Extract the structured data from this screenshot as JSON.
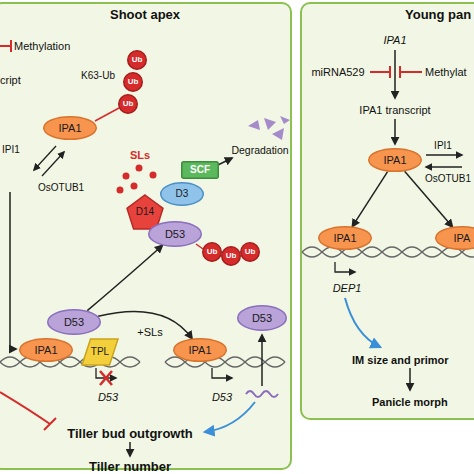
{
  "diagram": {
    "nodes": [
      {
        "text": [
          "Shoot apex"
        ]
      },
      {
        "text": [
          "IPA1"
        ],
        "in": 0
      },
      {
        "text": [
          "Ub"
        ],
        "in": 0
      },
      {
        "text": [
          "Ub"
        ],
        "in": 0
      },
      {
        "text": [
          "Ub"
        ],
        "in": 0
      },
      {
        "text": [
          "SCF"
        ],
        "in": 0
      },
      {
        "text": [
          "D14"
        ],
        "in": 0
      },
      {
        "text": [
          "D3"
        ],
        "in": 0
      },
      {
        "text": [
          "D53"
        ],
        "in": 0
      },
      {
        "text": [
          "Ub"
        ],
        "in": 0
      },
      {
        "text": [
          "Ub"
        ],
        "in": 0
      },
      {
        "text": [
          "Ub"
        ],
        "in": 0
      },
      {
        "text": [
          "D53"
        ],
        "in": 0
      },
      {
        "text": [
          "IPA1"
        ],
        "in": 0
      },
      {
        "text": [
          "TPL"
        ],
        "in": 0
      },
      {
        "text": [
          "IPA1"
        ],
        "in": 0
      },
      {
        "text": [
          "D53"
        ],
        "in": 0
      },
      {
        "text": [
          "Young pan"
        ]
      },
      {
        "text": [
          "IPA1"
        ],
        "in": 17
      },
      {
        "text": [
          "IPA1"
        ],
        "in": 17
      },
      {
        "text": [
          "IPA"
        ],
        "in": 17
      }
    ],
    "edges": [
      {
        "from": 12,
        "to": 8,
        "arrow": "to"
      },
      {
        "from": 12,
        "to": 15,
        "label": "+SLs",
        "arrow": "to"
      },
      {
        "from": 18,
        "to": 19,
        "arrow": "to"
      },
      {
        "from": 18,
        "to": 20,
        "arrow": "to"
      }
    ],
    "labels": [
      "Methylation",
      "K63-Ub",
      "cript",
      "IPI1",
      "OsOTUB1",
      "SLs",
      "Degradation",
      "D53",
      "D53",
      "Tiller bud outgrowth",
      "Tiller number",
      "IPA1",
      "miRNA529",
      "Methylat",
      "IPA1 transcript",
      "IPI1",
      "OsOTUB1",
      "DEP1",
      "IM size and primor",
      "Panicle morph"
    ]
  }
}
